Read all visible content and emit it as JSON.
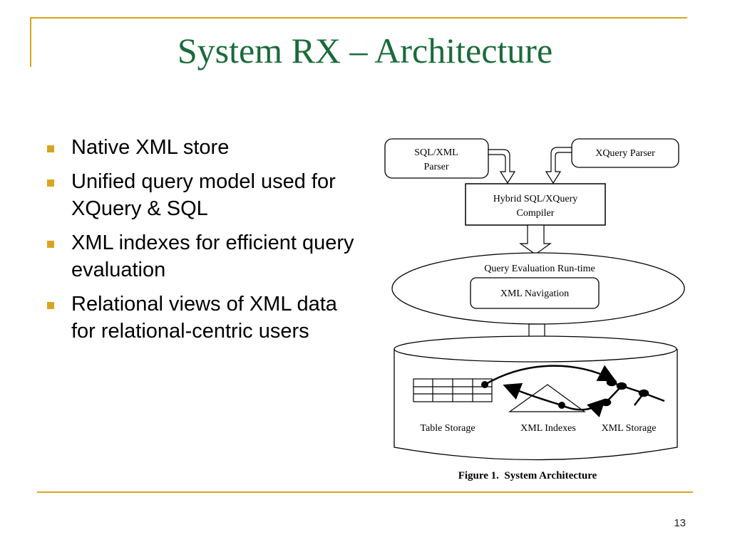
{
  "slide": {
    "title": "System RX – Architecture",
    "page_number": "13",
    "accent_color": "#d9a520",
    "title_color": "#1a6b3a"
  },
  "bullets": [
    {
      "text": "Native XML store"
    },
    {
      "text": "Unified query model used for XQuery & SQL"
    },
    {
      "text": "XML indexes for efficient query evaluation"
    },
    {
      "text": "Relational views of XML data for relational-centric users"
    }
  ],
  "diagram": {
    "sql_parser": [
      "SQL/XML",
      "Parser"
    ],
    "xquery_parser": "XQuery Parser",
    "compiler": [
      "Hybrid SQL/XQuery",
      "Compiler"
    ],
    "runtime": "Query Evaluation Run-time",
    "navigation": "XML Navigation",
    "table_storage": "Table Storage",
    "xml_indexes": "XML Indexes",
    "xml_storage": "XML Storage",
    "caption": "Figure 1.  System Architecture"
  }
}
